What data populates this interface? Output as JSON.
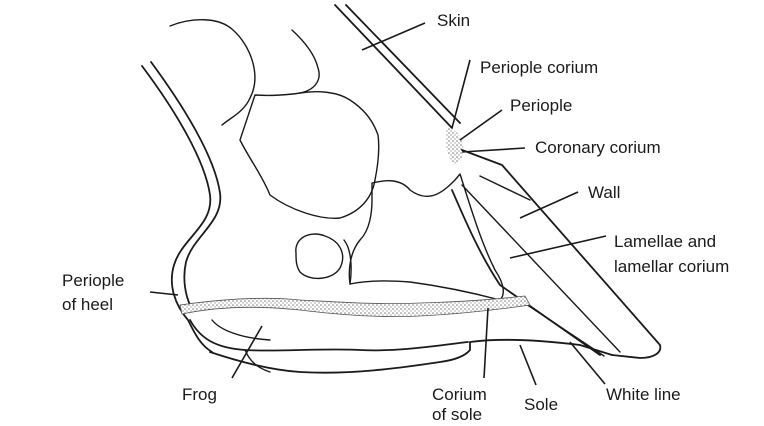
{
  "labels": {
    "skin": "Skin",
    "periople_corium": "Periople corium",
    "periople": "Periople",
    "coronary_corium": "Coronary corium",
    "wall": "Wall",
    "lamellae_1": "Lamellae and",
    "lamellae_2": "lamellar corium",
    "periople_heel_1": "Periople",
    "periople_heel_2": "of heel",
    "frog": "Frog",
    "corium_sole_1": "Corium",
    "corium_sole_2": "of sole",
    "sole": "Sole",
    "white_line": "White line"
  },
  "colors": {
    "ink": "#1a1a1a",
    "stipple": "#8a8a8a",
    "background": "#ffffff"
  }
}
